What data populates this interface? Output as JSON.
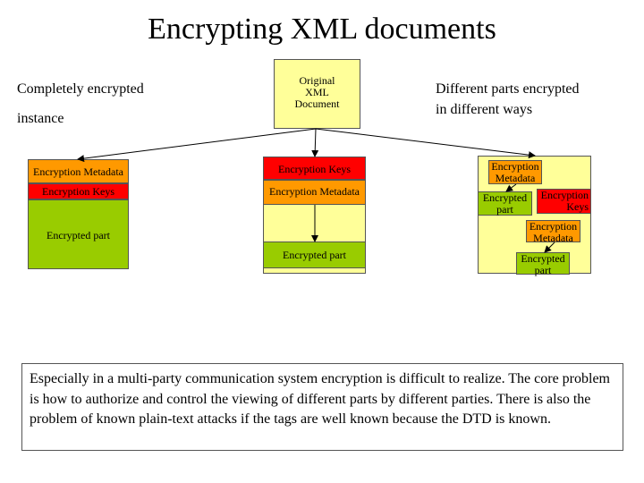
{
  "title": "Encrypting XML documents",
  "labels": {
    "left_line1": "Completely encrypted",
    "left_line2": "instance",
    "right_line1": "Different parts encrypted",
    "right_line2": "in different ways"
  },
  "original": {
    "line1": "Original",
    "line2": "XML",
    "line3": "Document"
  },
  "left_doc": {
    "metadata": "Encryption Metadata",
    "keys": "Encryption Keys",
    "part": "Encrypted part"
  },
  "middle_doc": {
    "keys": "Encryption Keys",
    "metadata": "Encryption Metadata",
    "part": "Encrypted part"
  },
  "right_doc": {
    "metadata1_line1": "Encryption",
    "metadata1_line2": "Metadata",
    "part1_line1": "Encrypted",
    "part1_line2": "part",
    "keys_line1": "Encryption",
    "keys_line2": "Keys",
    "metadata2_line1": "Encryption",
    "metadata2_line2": "Metadata",
    "part2_line1": "Encrypted",
    "part2_line2": "part"
  },
  "caption": "Especially in a multi-party communication system encryption is difficult to realize. The core problem is how to authorize and control the viewing of different parts by different parties. There is also the problem of known plain-text attacks if the tags are well known because the DTD is known.",
  "colors": {
    "yellow": "#ffff99",
    "orange": "#ff9900",
    "red": "#ff0000",
    "green": "#99cc00"
  }
}
